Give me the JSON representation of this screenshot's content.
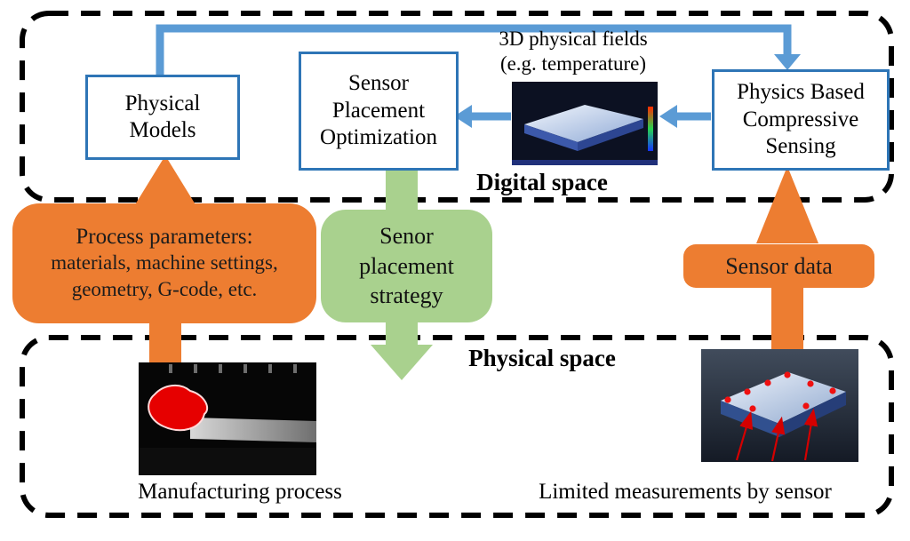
{
  "colors": {
    "blue_box_border": "#2e75b6",
    "blue_arrow": "#5b9bd5",
    "orange": "#ed7d31",
    "green": "#a9d18e",
    "sensor_red": "#e81010",
    "dashed_border": "#000000"
  },
  "digital_space": {
    "label": "Digital space",
    "physical_models_label": "Physical\nModels",
    "sensor_placement_optimization_label": "Sensor\nPlacement\nOptimization",
    "fields_caption_line1": "3D physical fields",
    "fields_caption_line2": "(e.g. temperature)",
    "physics_based_label": "Physics Based\nCompressive\nSensing"
  },
  "connectors": {
    "process_parameters_title": "Process parameters:",
    "process_parameters_details": "materials, machine settings,\ngeometry, G-code, etc.",
    "sensor_strategy_label": "Senor\nplacement\nstrategy",
    "sensor_data_label": "Sensor data"
  },
  "physical_space": {
    "label": "Physical space",
    "manufacturing_caption": "Manufacturing process",
    "measurements_caption": "Limited measurements by sensor"
  }
}
